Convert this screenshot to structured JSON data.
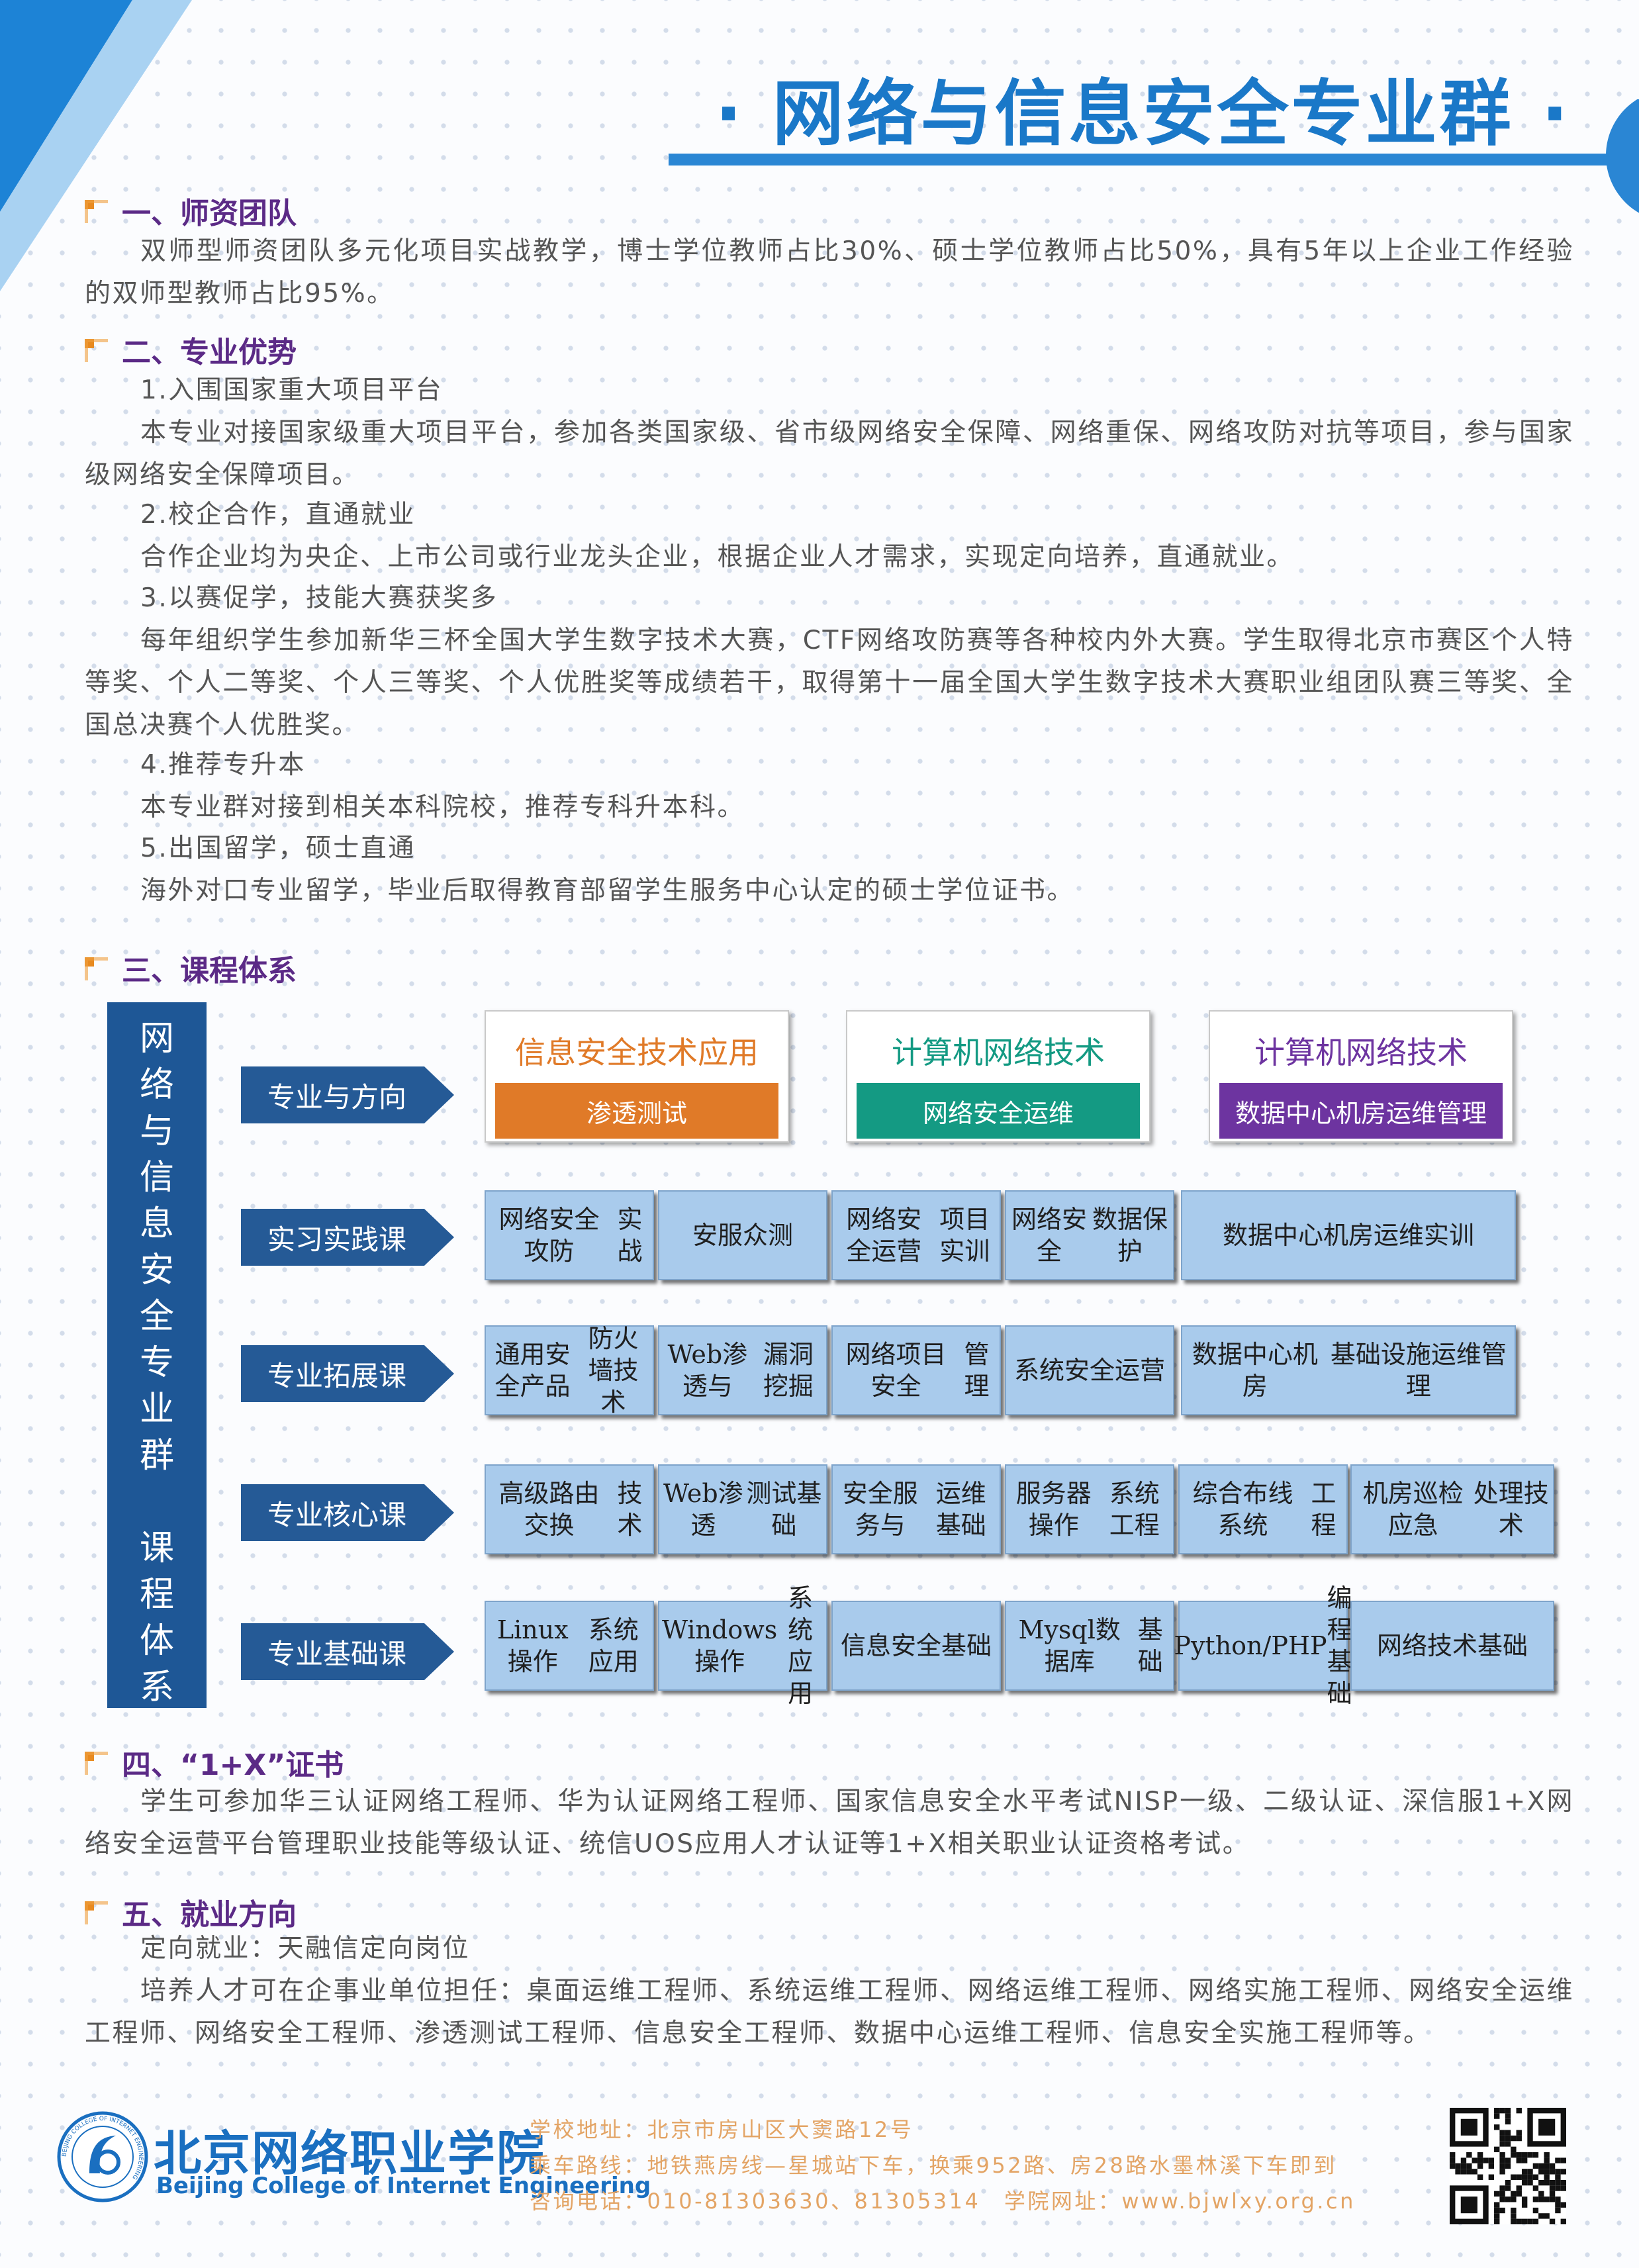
{
  "title": "· 网络与信息安全专业群 ·",
  "s1": {
    "heading": "一、师资团队",
    "para": "双师型师资团队多元化项目实战教学，博士学位教师占比30%、硕士学位教师占比50%，具有5年以上企业工作经验的双师型教师占比95%。"
  },
  "s2": {
    "heading": "二、专业优势",
    "h1": "1.入围国家重大项目平台",
    "p1": "本专业对接国家级重大项目平台，参加各类国家级、省市级网络安全保障、网络重保、网络攻防对抗等项目，参与国家级网络安全保障项目。",
    "h2": "2.校企合作，直通就业",
    "p2": "合作企业均为央企、上市公司或行业龙头企业，根据企业人才需求，实现定向培养，直通就业。",
    "h3": "3.以赛促学，技能大赛获奖多",
    "p3": "每年组织学生参加新华三杯全国大学生数字技术大赛，CTF网络攻防赛等各种校内外大赛。学生取得北京市赛区个人特等奖、个人二等奖、个人三等奖、个人优胜奖等成绩若干，取得第十一届全国大学生数字技术大赛职业组团队赛三等奖、全国总决赛个人优胜奖。",
    "h4": "4.推荐专升本",
    "p4": "本专业群对接到相关本科院校，推荐专科升本科。",
    "h5": "5.出国留学，硕士直通",
    "p5": "海外对口专业留学，毕业后取得教育部留学生服务中心认定的硕士学位证书。"
  },
  "s3": {
    "heading": "三、课程体系",
    "vertical": [
      "网",
      "络",
      "与",
      "信",
      "息",
      "安",
      "全",
      "专",
      "业",
      "群",
      "",
      "课",
      "程",
      "体",
      "系"
    ],
    "rows": [
      "专业与方向",
      "实习实践课",
      "专业拓展课",
      "专业核心课",
      "专业基础课"
    ],
    "dirs": [
      {
        "title": "信息安全技术应用",
        "sub": "渗透测试",
        "color": "#e07a28"
      },
      {
        "title": "计算机网络技术",
        "sub": "网络安全运维",
        "color": "#149a83"
      },
      {
        "title": "计算机网络技术",
        "sub": "数据中心机房运维管理",
        "color": "#6d34a0"
      }
    ],
    "practice": [
      "网络安全攻防\n实战",
      "安服众测",
      "网络安全运营\n项目实训",
      "网络安全\n数据保护",
      "数据中心机房运维实训"
    ],
    "ext": [
      "通用安全产品\n防火墙技术",
      "Web渗透与\n漏洞挖掘",
      "网络项目安全\n管理",
      "系统安全运营",
      "数据中心机房\n基础设施运维管理"
    ],
    "core": [
      "高级路由交换\n技术",
      "Web渗透\n测试基础",
      "安全服务与\n运维基础",
      "服务器操作\n系统工程",
      "综合布线系统\n工程",
      "机房巡检应急\n处理技术"
    ],
    "base": [
      "Linux操作\n系统应用",
      "Windows操作\n系统应用",
      "信息安全基础",
      "Mysql数据库\n基础",
      "Python/PHP\n编程基础",
      "网络技术基础"
    ]
  },
  "s4": {
    "heading": "四、“1+X”证书",
    "para": "学生可参加华三认证网络工程师、华为认证网络工程师、国家信息安全水平考试NISP一级、二级认证、深信服1+X网络安全运营平台管理职业技能等级认证、统信UOS应用人才认证等1+X相关职业认证资格考试。"
  },
  "s5": {
    "heading": "五、就业方向",
    "h1": "定向就业：天融信定向岗位",
    "para": "培养人才可在企事业单位担任：桌面运维工程师、系统运维工程师、网络运维工程师、网络实施工程师、网络安全运维工程师、网络安全工程师、渗透测试工程师、信息安全工程师、数据中心运维工程师、信息安全实施工程师等。"
  },
  "footer": {
    "school_cn": "北京网络职业学院",
    "school_en": "Beijing College of Internet Engineering",
    "line1": "学校地址：北京市房山区大窦路12号",
    "line2": "乘车路线：地铁燕房线—星城站下车，换乘952路、房28路水墨林溪下车即到",
    "line3": "咨询电话：010-81303630、81305314　学院网址：www.bjwlxy.org.cn",
    "logo_text": "BEIJING COLLEGE OF INTERNET ENGINEERING"
  },
  "colors": {
    "accent": "#1a78c8",
    "heading": "#5b2a86",
    "bullet": "#e88a20",
    "course_box": "#a9cbec",
    "row_arrow": "#255a96"
  }
}
